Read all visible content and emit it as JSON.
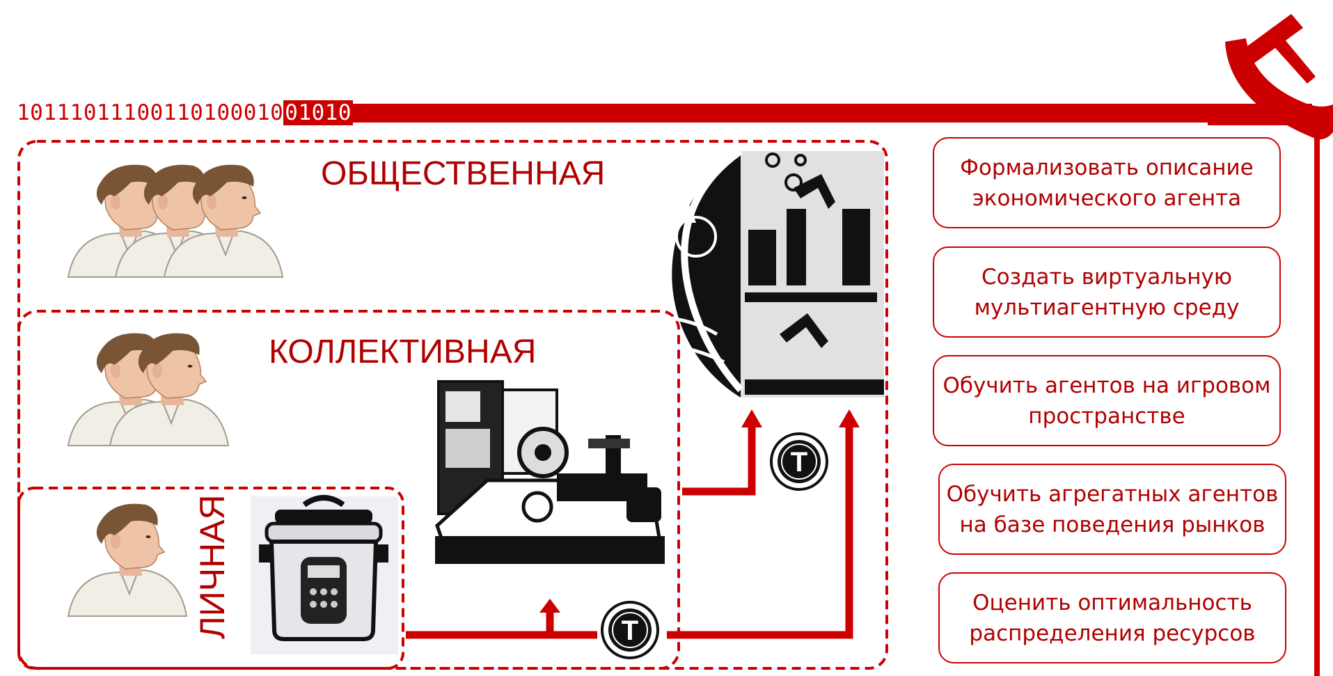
{
  "binary": {
    "prefix": "10111011100110100010",
    "highlight": "01010"
  },
  "levels": {
    "public": "ОБЩЕСТВЕННАЯ",
    "collective": "КОЛЛЕКТИВНАЯ",
    "personal": "ЛИЧНАЯ"
  },
  "coin_letter": "T",
  "steps": [
    "Формализовать описание экономического агента",
    "Создать виртуальную мультиагентную среду",
    "Обучить агентов на игровом пространстве",
    "Обучить агрегатных агентов на базе поведения рынков",
    "Оценить оптимальность распределения ресурсов"
  ],
  "colors": {
    "accent": "#cc0000",
    "text": "#b00000"
  }
}
